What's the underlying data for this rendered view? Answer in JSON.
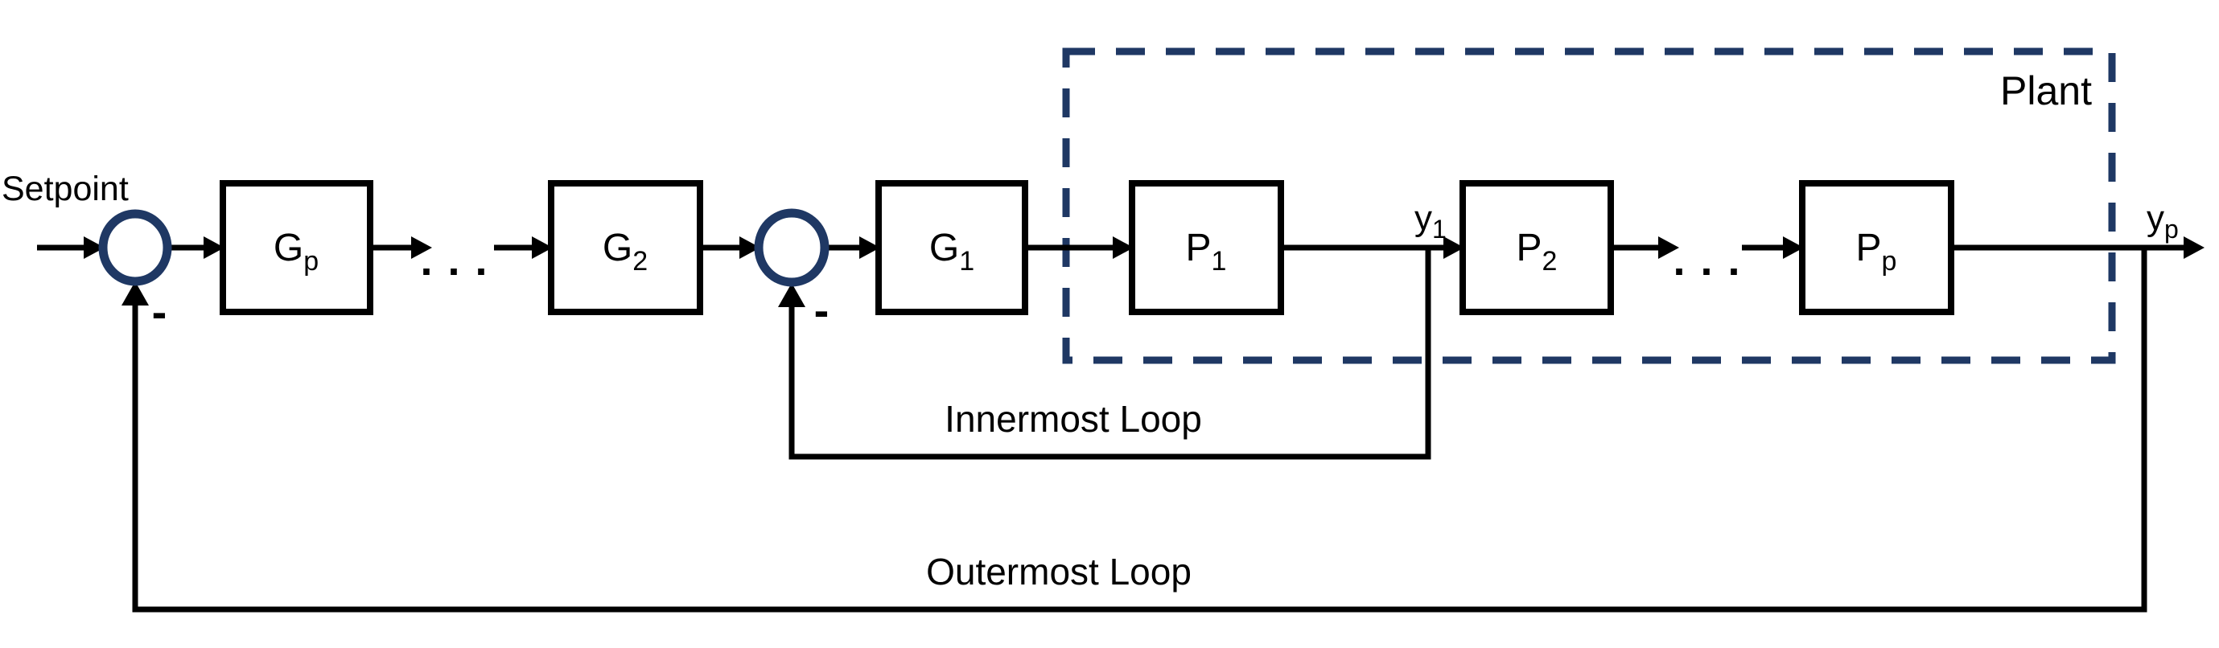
{
  "diagram": {
    "setpoint_label": "Setpoint",
    "plant_label": "Plant",
    "innermost_loop_label": "Innermost Loop",
    "outermost_loop_label": "Outermost Loop",
    "ellipsis": ". . .",
    "sum_junction_signs": [
      "-",
      "-"
    ],
    "controller_blocks": [
      {
        "base": "G",
        "sub": "p"
      },
      {
        "base": "G",
        "sub": "2"
      },
      {
        "base": "G",
        "sub": "1"
      }
    ],
    "plant_blocks": [
      {
        "base": "P",
        "sub": "1"
      },
      {
        "base": "P",
        "sub": "2"
      },
      {
        "base": "P",
        "sub": "p"
      }
    ],
    "signal_labels": [
      {
        "base": "y",
        "sub": "1"
      },
      {
        "base": "y",
        "sub": "p"
      }
    ],
    "colors": {
      "accent_navy": "#1f3864",
      "line_black": "#000000",
      "background": "#ffffff"
    }
  }
}
